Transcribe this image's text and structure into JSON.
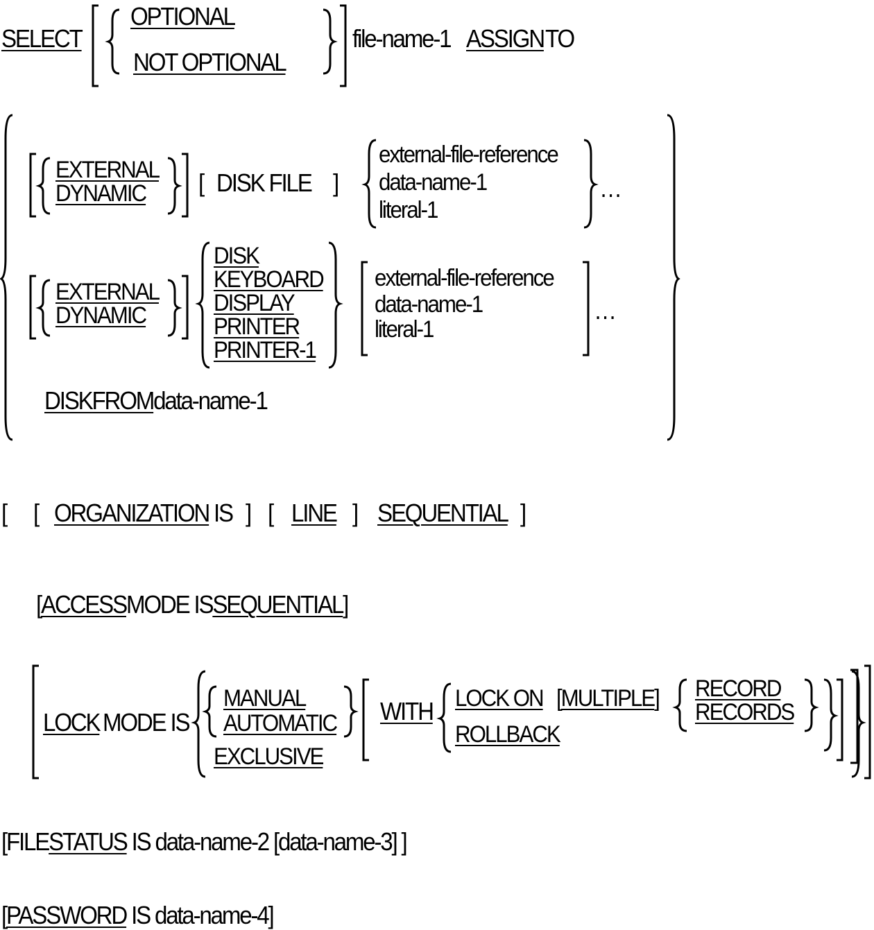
{
  "select": {
    "keyword": "SELECT",
    "optional": "OPTIONAL",
    "not_optional": "NOT OPTIONAL",
    "file_name_1": "file-name-1",
    "assign": "ASSIGN",
    "to": "TO"
  },
  "assign_block": {
    "row1": {
      "external": "EXTERNAL",
      "dynamic": "DYNAMIC",
      "disk_file": "DISK FILE",
      "options": [
        "external-file-reference",
        "data-name-1",
        "literal-1"
      ],
      "ellipsis": "…"
    },
    "row2": {
      "external": "EXTERNAL",
      "dynamic": "DYNAMIC",
      "devices": [
        "DISK",
        "KEYBOARD",
        "DISPLAY",
        "PRINTER",
        "PRINTER-1"
      ],
      "options": [
        "external-file-reference",
        "data-name-1",
        "literal-1"
      ],
      "ellipsis": "…"
    },
    "row3": {
      "disk": "DISK",
      "from": "FROM",
      "data_name_1": "data-name-1"
    }
  },
  "organization": {
    "keyword": "ORGANIZATION",
    "is": "IS",
    "line": "LINE",
    "sequential": "SEQUENTIAL"
  },
  "access": {
    "keyword": "ACCESS",
    "mode_is": "MODE IS",
    "sequential": "SEQUENTIAL"
  },
  "lock": {
    "keyword": "LOCK",
    "mode_is": "MODE IS",
    "manual": "MANUAL",
    "automatic": "AUTOMATIC",
    "exclusive": "EXCLUSIVE",
    "with": "WITH",
    "lock_on": "LOCK ON",
    "multiple": "MULTIPLE",
    "record": "RECORD",
    "records": "RECORDS",
    "rollback": "ROLLBACK"
  },
  "file_status": {
    "file": "FILE",
    "status": "STATUS",
    "is": "IS",
    "data_name_2": "data-name-2",
    "data_name_3": "data-name-3"
  },
  "password": {
    "keyword": "PASSWORD",
    "is": "IS",
    "data_name_4": "data-name-4"
  }
}
